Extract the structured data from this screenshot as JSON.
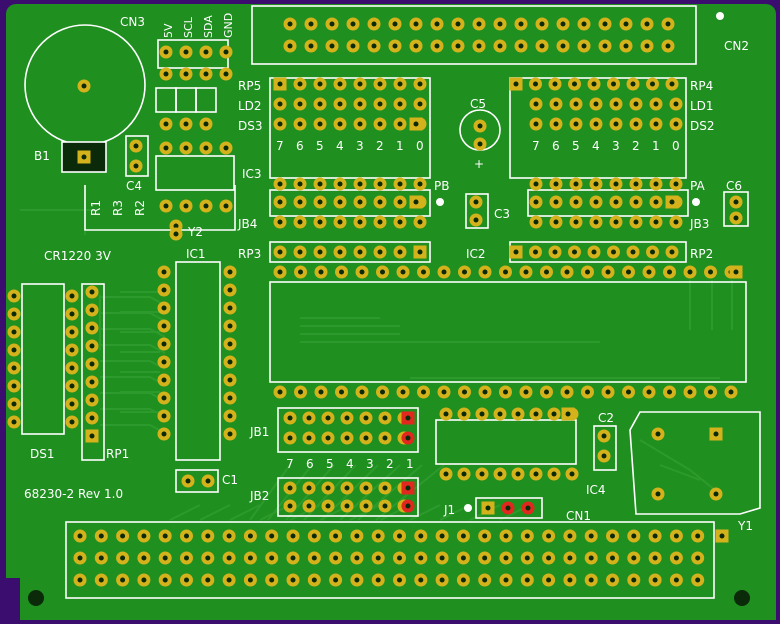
{
  "board": {
    "name": "68230-2 Rev 1.0",
    "pcb_color": "#1f8f1f",
    "trace_color": "#2c9a2c",
    "silk_color": "#ffffff",
    "pad_color": "#d4b21c",
    "red_pad_color": "#e0281e",
    "outline_color": "#3a0d6e"
  },
  "labels": {
    "cn3": "CN3",
    "cn3_pins": [
      "5V",
      "SCL",
      "SDA",
      "GND"
    ],
    "cn2": "CN2",
    "b1": "B1",
    "c4": "C4",
    "ic3": "IC3",
    "r1": "R1",
    "r3": "R3",
    "r2": "R2",
    "y2": "Y2",
    "battery": "CR1220  3V",
    "ic1": "IC1",
    "rp5": "RP5",
    "ld2": "LD2",
    "ds3": "DS3",
    "bits_left": [
      "7",
      "6",
      "5",
      "4",
      "3",
      "2",
      "1",
      "0"
    ],
    "c5": "C5",
    "c5_plus": "+",
    "pb": "PB",
    "jb4": "JB4",
    "rp3": "RP3",
    "c3": "C3",
    "ic2": "IC2",
    "rp4": "RP4",
    "ld1": "LD1",
    "ds2": "DS2",
    "bits_right": [
      "7",
      "6",
      "5",
      "4",
      "3",
      "2",
      "1",
      "0"
    ],
    "pa": "PA",
    "c6": "C6",
    "jb3": "JB3",
    "rp2": "RP2",
    "ds1": "DS1",
    "rp1": "RP1",
    "jb1": "JB1",
    "jb_bits": [
      "7",
      "6",
      "5",
      "4",
      "3",
      "2",
      "1"
    ],
    "c1": "C1",
    "jb2": "JB2",
    "rev": "68230-2  Rev 1.0",
    "j1": "J1",
    "cn1": "CN1",
    "c2": "C2",
    "ic4": "IC4",
    "y1": "Y1"
  }
}
